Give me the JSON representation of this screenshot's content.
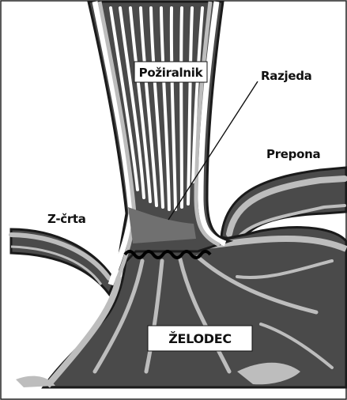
{
  "labels": {
    "esophagus": "Požiralnik",
    "ulcer": "Razjeda",
    "diaphragm": "Prepona",
    "z_line": "Z-črta",
    "stomach": "ŽELODEC"
  },
  "colors": {
    "tissue_dark": "#4a4a4a",
    "tissue_light": "#bdbdbd",
    "outline": "#1a1a1a",
    "ulcer_area": "#707070",
    "label_box": "#ffffff"
  }
}
